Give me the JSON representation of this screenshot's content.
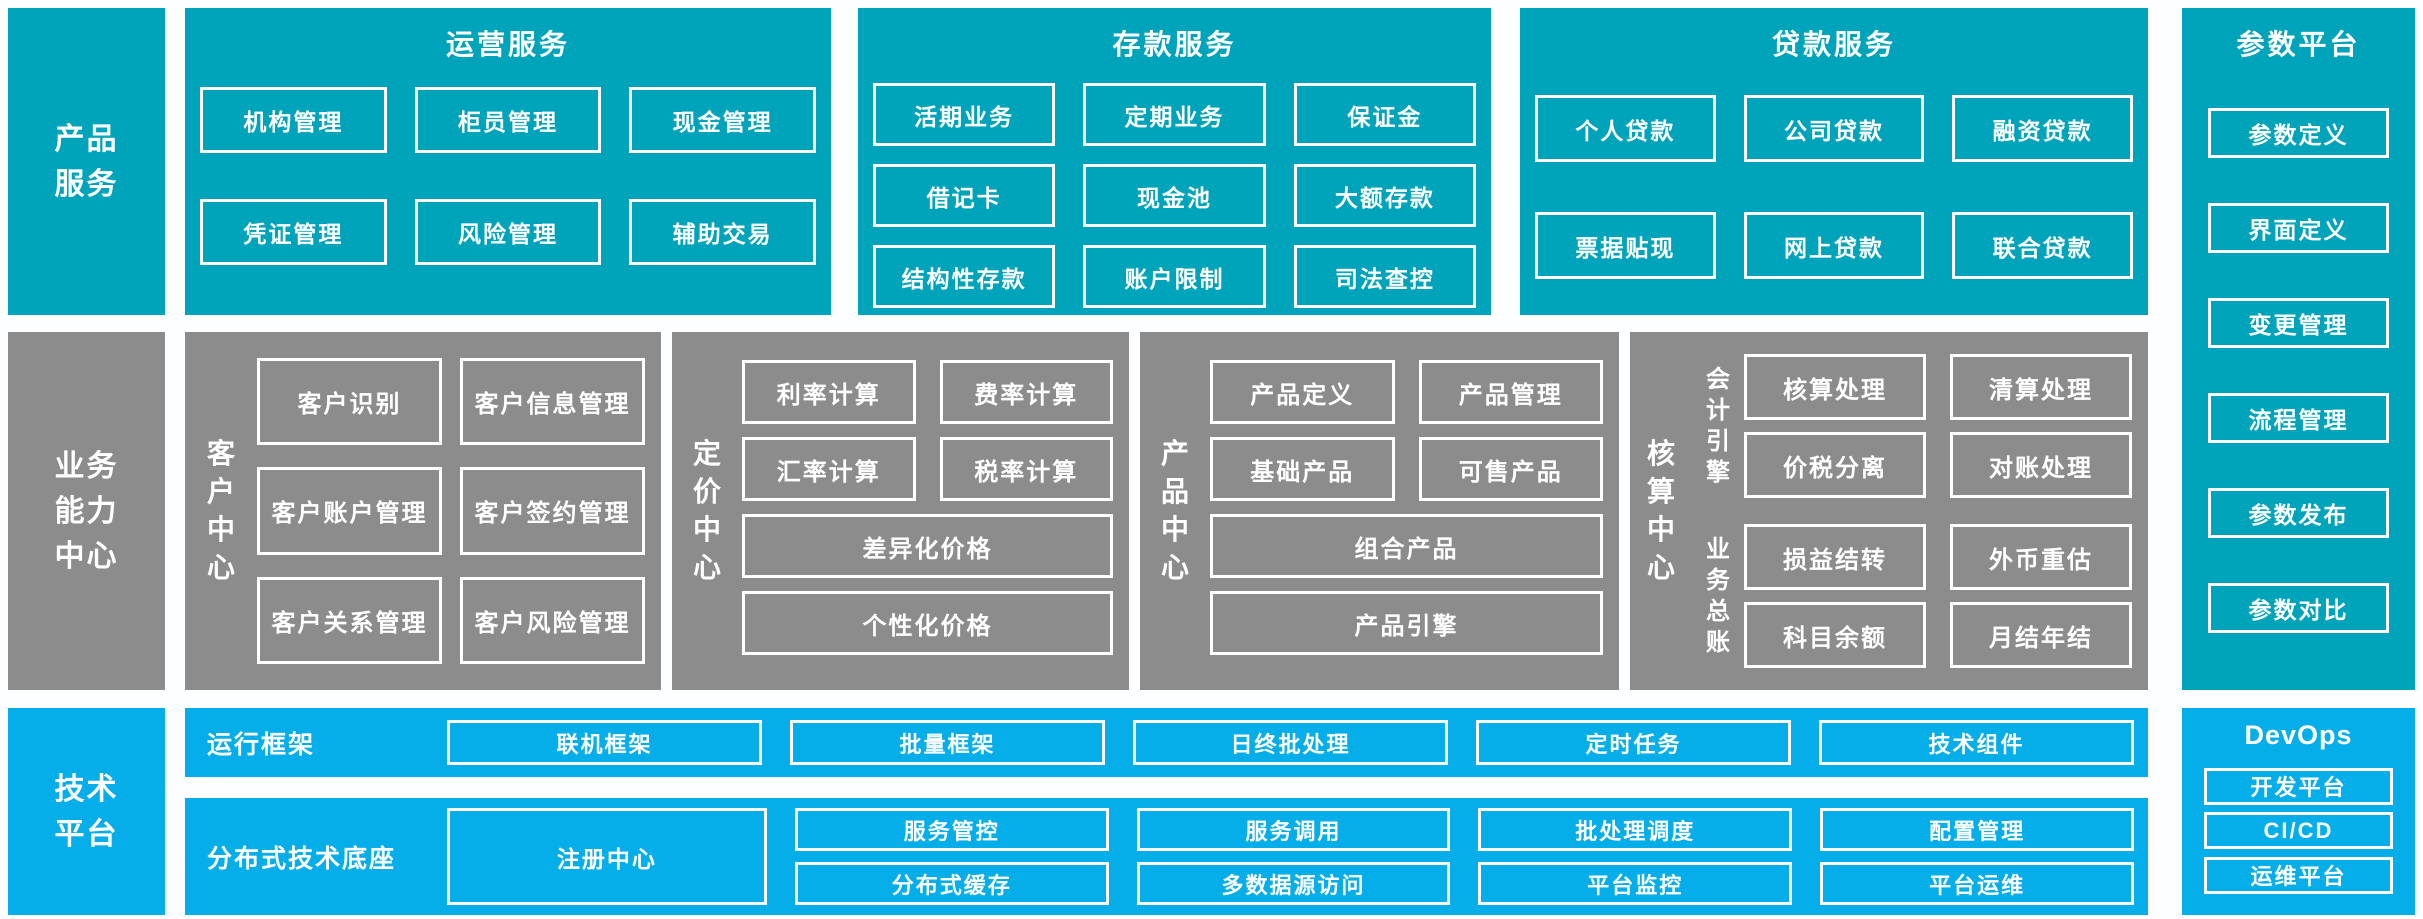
{
  "colors": {
    "teal": "#00A4BA",
    "azure": "#06AEE9",
    "gray": "#8C8C8C"
  },
  "left_rail": {
    "product_services": "产品服务",
    "business_capability": "业务能力中心",
    "tech_platform": "技术平台"
  },
  "top": {
    "operations": {
      "title": "运营服务",
      "items": [
        "机构管理",
        "柜员管理",
        "现金管理",
        "凭证管理",
        "风险管理",
        "辅助交易"
      ]
    },
    "deposit": {
      "title": "存款服务",
      "items": [
        "活期业务",
        "定期业务",
        "保证金",
        "借记卡",
        "现金池",
        "大额存款",
        "结构性存款",
        "账户限制",
        "司法查控"
      ]
    },
    "loan": {
      "title": "贷款服务",
      "items": [
        "个人贷款",
        "公司贷款",
        "融资贷款",
        "票据贴现",
        "网上贷款",
        "联合贷款"
      ]
    },
    "parameter": {
      "title": "参数平台",
      "items": [
        "参数定义",
        "界面定义",
        "变更管理",
        "流程管理",
        "参数发布",
        "参数对比"
      ]
    }
  },
  "middle": {
    "customer": {
      "label": "客户中心",
      "items": [
        "客户识别",
        "客户信息管理",
        "客户账户管理",
        "客户签约管理",
        "客户关系管理",
        "客户风险管理"
      ]
    },
    "pricing": {
      "label": "定价中心",
      "items": [
        "利率计算",
        "费率计算",
        "汇率计算",
        "税率计算"
      ],
      "wide_items": [
        "差异化价格",
        "个性化价格"
      ]
    },
    "product": {
      "label": "产品中心",
      "items": [
        "产品定义",
        "产品管理",
        "基础产品",
        "可售产品"
      ],
      "wide_items": [
        "组合产品",
        "产品引擎"
      ]
    },
    "accounting": {
      "label": "核算中心",
      "groups": [
        {
          "label": "会计引擎",
          "items": [
            "核算处理",
            "清算处理",
            "价税分离",
            "对账处理"
          ]
        },
        {
          "label": "业务总账",
          "items": [
            "损益结转",
            "外币重估",
            "科目余额",
            "月结年结"
          ]
        }
      ]
    }
  },
  "bottom": {
    "runtime": {
      "label": "运行框架",
      "items": [
        "联机框架",
        "批量框架",
        "日终批处理",
        "定时任务",
        "技术组件"
      ]
    },
    "distributed": {
      "label": "分布式技术底座",
      "tall_item": "注册中心",
      "columns": [
        [
          "服务管控",
          "分布式缓存"
        ],
        [
          "服务调用",
          "多数据源访问"
        ],
        [
          "批处理调度",
          "平台监控"
        ],
        [
          "配置管理",
          "平台运维"
        ]
      ]
    },
    "devops": {
      "title": "DevOps",
      "items": [
        "开发平台",
        "CI/CD",
        "运维平台"
      ]
    }
  }
}
